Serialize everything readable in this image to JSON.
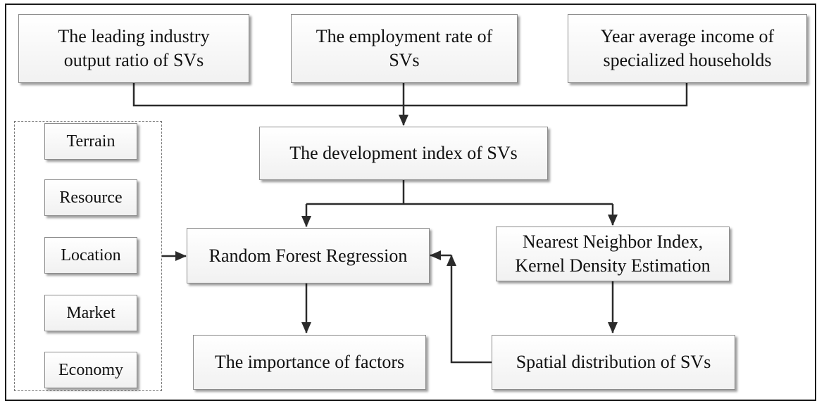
{
  "diagram": {
    "nodes": {
      "leading_industry": "The leading industry\noutput ratio of SVs",
      "employment_rate": "The employment rate of\nSVs",
      "year_income": "Year average income of\nspecialized households",
      "development_index": "The  development index of SVs",
      "random_forest": "Random Forest Regression",
      "nearest_neighbor": "Nearest Neighbor Index,\nKernel Density Estimation",
      "importance": "The importance of factors",
      "spatial_distribution": "Spatial distribution of  SVs"
    },
    "factors": [
      "Terrain",
      "Resource",
      "Location",
      "Market",
      "Economy"
    ],
    "colors": {
      "line": "#2b2b2b",
      "box_border": "#8c8c8c",
      "box_fill_top": "#ffffff",
      "box_fill_bottom": "#f1f1f1",
      "text": "#111111"
    }
  }
}
